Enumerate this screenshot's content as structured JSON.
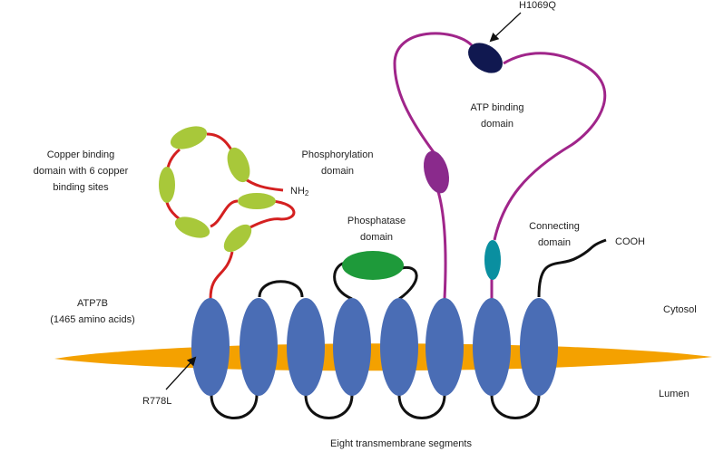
{
  "labels": {
    "copper_binding": [
      "Copper binding",
      "domain with 6 copper",
      "binding sites"
    ],
    "phosphorylation": [
      "Phosphorylation",
      "domain"
    ],
    "atp_binding": [
      "ATP binding",
      "domain"
    ],
    "phosphatase": [
      "Phosphatase",
      "domain"
    ],
    "connecting": [
      "Connecting",
      "domain"
    ],
    "protein": [
      "ATP7B",
      "(1465 amino acids)"
    ],
    "cytosol": "Cytosol",
    "lumen": "Lumen",
    "segments": "Eight transmembrane segments",
    "n_terminus": "NH",
    "n_terminus_sub": "2",
    "c_terminus": "COOH",
    "mutation_1": "R778L",
    "mutation_2": "H1069Q"
  },
  "colors": {
    "membrane": "#F4A100",
    "tm_segment": "#4A6DB5",
    "copper_site": "#A8C83A",
    "copper_linker": "#D42020",
    "phosphatase": "#1E9A3A",
    "atp_linker": "#A0258A",
    "phosphorylation_site": "#8A2A8C",
    "atp_site": "#101850",
    "connecting": "#0A8FA0",
    "loop": "#111111"
  }
}
